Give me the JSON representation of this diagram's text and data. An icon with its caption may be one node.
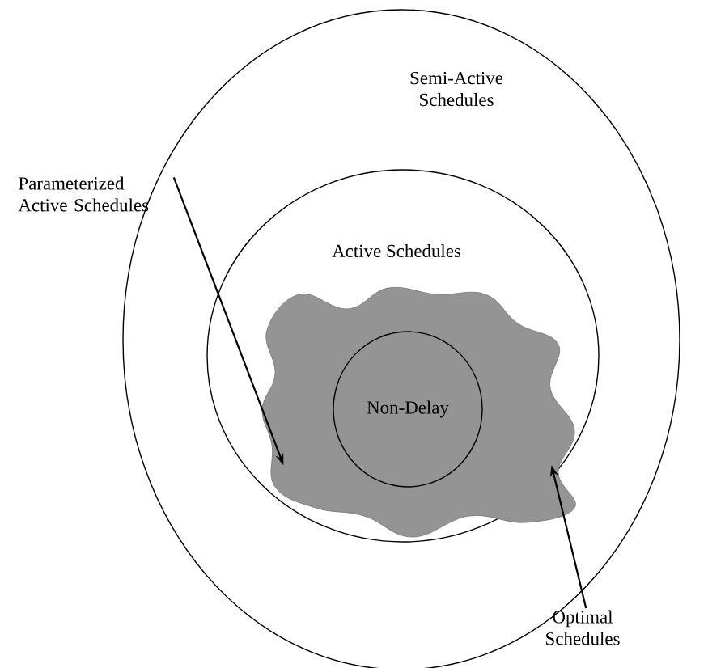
{
  "diagram": {
    "nodes": [
      {
        "text": [
          "Semi-Active Schedules"
        ]
      },
      {
        "text": [
          "Active Schedules"
        ],
        "in": 0
      },
      {
        "text": [],
        "shape": "blob",
        "in": 1
      },
      {
        "text": [
          "Non-Delay"
        ],
        "in": 2
      },
      {
        "text": [
          "Parameterized Active Schedules"
        ]
      },
      {
        "text": [
          "Optimal Schedules"
        ]
      }
    ],
    "edges": [
      {
        "from": 4,
        "to": 2,
        "arrow": "to"
      },
      {
        "from": 5,
        "to": 2,
        "arrow": "to"
      }
    ]
  }
}
